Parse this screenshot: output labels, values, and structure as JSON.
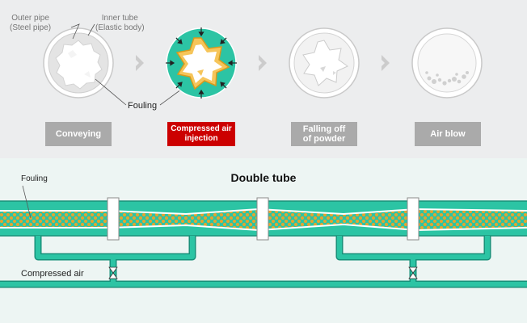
{
  "colors": {
    "top_bg": "#ecedee",
    "bottom_bg": "#edf5f3",
    "teal": "#2cc4a4",
    "teal_dark": "#1e9f85",
    "fouling_gold": "#e2a530",
    "fouling_fill": "#f8efc6",
    "step_gray": "#aaaaaa",
    "step_red": "#cc0000",
    "arrow_gray": "#cccccc",
    "pipe_white": "#ffffff"
  },
  "top_labels": {
    "outer_pipe": "Outer pipe",
    "outer_pipe_sub": "(Steel pipe)",
    "inner_tube": "Inner tube",
    "inner_tube_sub": "(Elastic body)",
    "fouling": "Fouling"
  },
  "steps": [
    {
      "label": "Conveying",
      "color": "#aaaaaa"
    },
    {
      "label": "Compressed air\ninjection",
      "color": "#cc0000"
    },
    {
      "label": "Falling off\nof powder",
      "color": "#aaaaaa"
    },
    {
      "label": "Air blow",
      "color": "#aaaaaa"
    }
  ],
  "bottom": {
    "title": "Double tube",
    "fouling_label": "Fouling",
    "compressed_air_label": "Compressed air"
  },
  "icons": {
    "step_arrow": "chevron-right-icon",
    "air_arrow": "inward-arrow-icon",
    "valve": "valve-icon"
  }
}
